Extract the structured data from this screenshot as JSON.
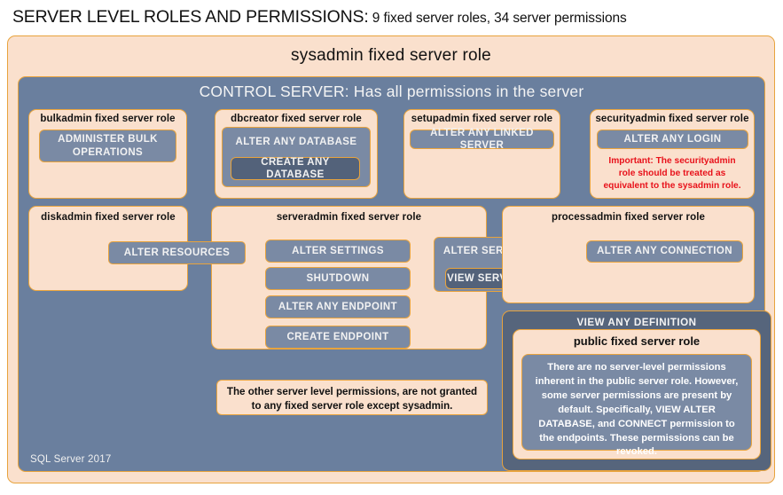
{
  "header": {
    "title_strong": "SERVER LEVEL ROLES AND PERMISSIONS:",
    "title_sub": " 9 fixed server roles, 34 server permissions"
  },
  "colors": {
    "peach": "#fae0cd",
    "slate": "#6a7f9e",
    "slate_light": "#7a8aa4",
    "slate_dark": "#53627a",
    "border_gold": "#e8a33d",
    "warning_red": "#e8121b"
  },
  "diagram": {
    "sysadmin_role_label": "sysadmin  fixed  server  role",
    "control_server_label": "CONTROL SERVER: Has all permissions in the server",
    "view_any_definition_label": "VIEW ANY DEFINITION",
    "sql_version": "SQL Server 2017",
    "roles": [
      {
        "name": "bulkadmin",
        "title": "bulkadmin  fixed server role",
        "permissions": [
          "ADMINISTER  BULK\nOPERATIONS"
        ]
      },
      {
        "name": "dbcreator",
        "title": "dbcreator fixed server role",
        "permissions": [
          "ALTER ANY DATABASE",
          "CREATE  ANY DATABASE"
        ]
      },
      {
        "name": "setupadmin",
        "title": "setupadmin fixed server role",
        "permissions": [
          "ALTER ANY LINKED SERVER"
        ]
      },
      {
        "name": "securityadmin",
        "title": "securityadmin  fixed server role",
        "permissions": [
          "ALTER ANY LOGIN"
        ],
        "note": "Important:  The securityadmin\nrole should  be  treated  as\nequivalent to the  sysadmin role."
      },
      {
        "name": "diskadmin",
        "title": "diskadmin  fixed server role",
        "permissions": [
          "ALTER RESOURCES"
        ]
      },
      {
        "name": "serveradmin",
        "title": "serveradmin fixed server role",
        "permissions": [
          "ALTER SETTINGS",
          "SHUTDOWN",
          "ALTER ANY ENDPOINT",
          "CREATE  ENDPOINT",
          "ALTER SERVER  STATE",
          "VIEW SERVER  STATE"
        ]
      },
      {
        "name": "processadmin",
        "title": "processadmin fixed server role",
        "permissions": [
          "ALTER ANY CONNECTION"
        ]
      },
      {
        "name": "public",
        "title": "public  fixed server role",
        "note": "There are no server-level permissions inherent in the public server role. However, some server permissions are present by default. Specifically, VIEW ALTER DATABASE, and CONNECT permission to the endpoints. These permissions can be revoked."
      }
    ],
    "footnote": "The other server level permissions,  are not granted\nto any fixed server role except sysadmin."
  }
}
